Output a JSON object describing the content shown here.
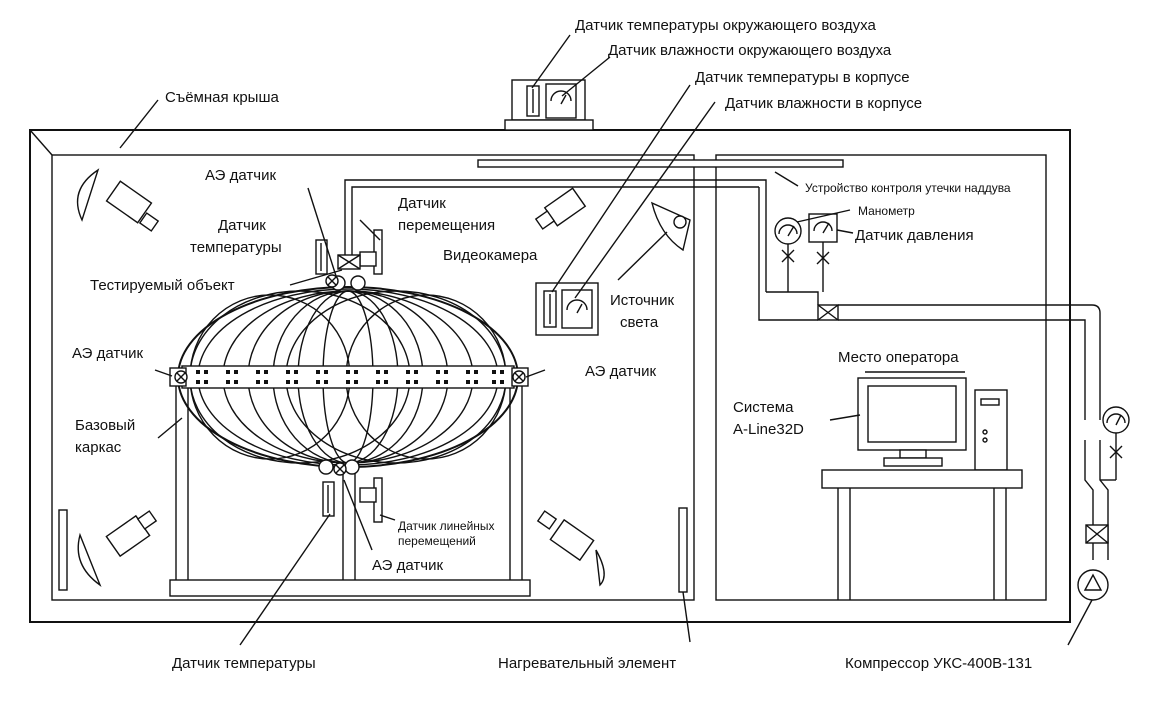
{
  "labels": {
    "ambient_temp_sensor": "Датчик температуры окружающего воздуха",
    "ambient_humidity_sensor": "Датчик влажности окружающего воздуха",
    "case_temp_sensor": "Датчик температуры в корпусе",
    "case_humidity_sensor": "Датчик влажности в корпусе",
    "removable_roof": "Съёмная крыша",
    "ae_sensor_top": "АЭ датчик",
    "temp_sensor_top_line1": "Датчик",
    "temp_sensor_top_line2": "температуры",
    "displacement_sensor_line1": "Датчик",
    "displacement_sensor_line2": "перемещения",
    "video_camera": "Видеокамера",
    "tested_object": "Тестируемый объект",
    "light_source_line1": "Источник",
    "light_source_line2": "света",
    "ae_sensor_left": "АЭ датчик",
    "ae_sensor_right": "АЭ датчик",
    "base_frame_line1": "Базовый",
    "base_frame_line2": "каркас",
    "linear_displacement_line1": "Датчик линейных",
    "linear_displacement_line2": "перемещений",
    "ae_sensor_bottom": "АЭ датчик",
    "temp_sensor_bottom": "Датчик температуры",
    "heating_element": "Нагревательный элемент",
    "leak_control_device": "Устройство контроля утечки наддува",
    "manometer": "Манометр",
    "pressure_sensor": "Датчик давления",
    "operator_place": "Место оператора",
    "system_line1": "Система",
    "system_line2": "A-Line32D",
    "compressor": "Компрессор УКС-400В-131"
  },
  "icons": {
    "camera": "video-camera-icon",
    "light": "spotlight-icon",
    "thermometer": "thermometer-icon",
    "gauge": "gauge-icon",
    "valve": "valve-icon",
    "monitor": "monitor-icon",
    "pc": "computer-tower-icon",
    "pump": "compressor-icon"
  }
}
